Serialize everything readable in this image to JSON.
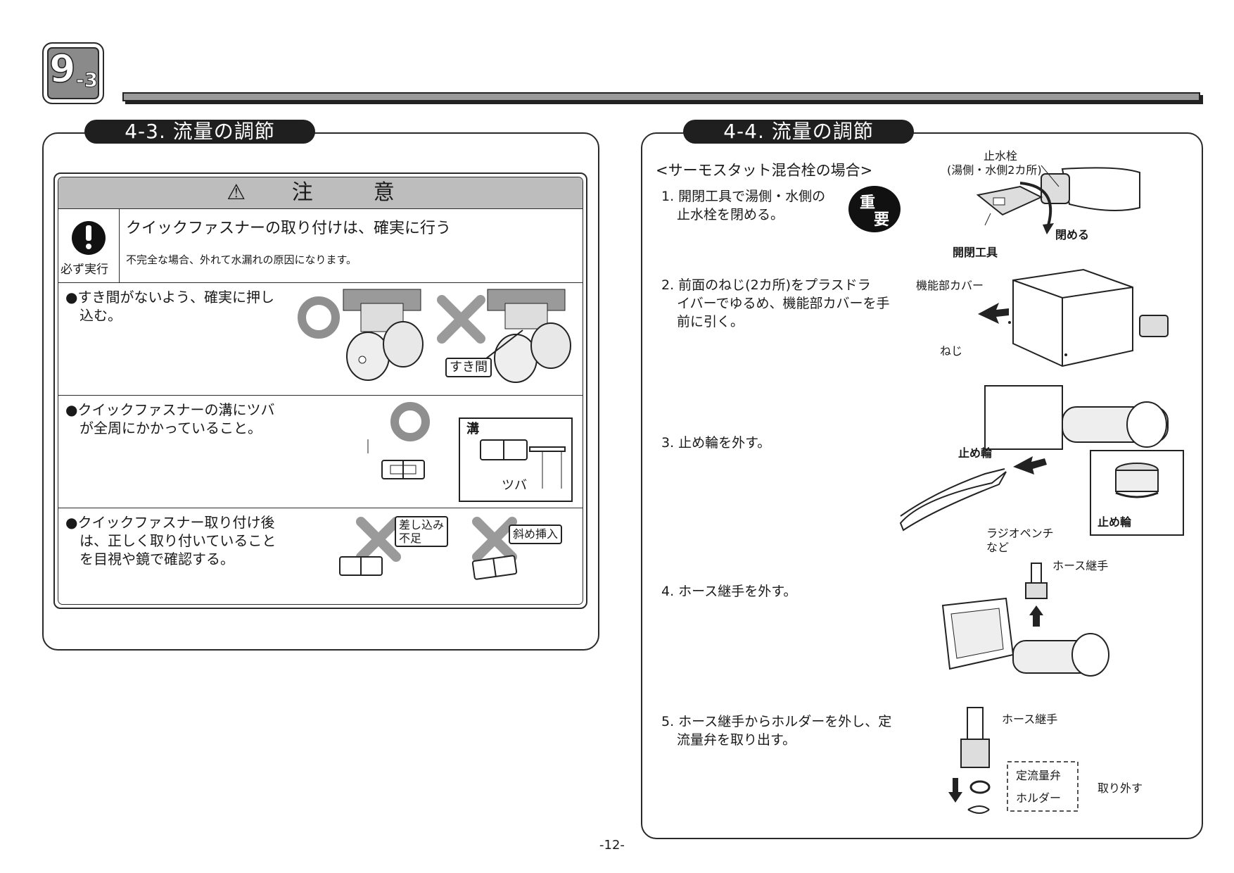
{
  "chapter": {
    "number": "9",
    "sub": "-3"
  },
  "left_panel": {
    "title": "4-3. 流量の調節",
    "caution": {
      "header": "⚠ 注　意",
      "must_label": "必ず実行",
      "main_text": "クイックファスナーの取り付けは、確実に行う",
      "sub_text": "不完全な場合、外れて水漏れの原因になります。",
      "items": [
        {
          "text_line1": "●すき間がないよう、確実に押し",
          "text_line2": "込む。",
          "label": "すき間"
        },
        {
          "text_line1": "●クイックファスナーの溝にツバ",
          "text_line2": "が全周にかかっていること。",
          "label_groove": "溝",
          "label_flange": "ツバ"
        },
        {
          "text_line1": "●クイックファスナー取り付け後",
          "text_line2": "は、正しく取り付いていること",
          "text_line3": "を目視や鏡で確認する。",
          "label_insert_1": "差し込み",
          "label_insert_2": "不足",
          "label_diagonal": "斜め挿入"
        }
      ]
    }
  },
  "right_panel": {
    "title": "4-4. 流量の調節",
    "subtitle": "<サーモスタット混合栓の場合>",
    "important_badge_1": "重",
    "important_badge_2": "要",
    "steps": [
      {
        "line1": "1. 開閉工具で湯側・水側の",
        "line2": "止水栓を閉める。"
      },
      {
        "line1": "2. 前面のねじ(2カ所)をプラスドラ",
        "line2": "イバーでゆるめ、機能部カバーを手",
        "line3": "前に引く。"
      },
      {
        "line1": "3. 止め輪を外す。"
      },
      {
        "line1": "4. ホース継手を外す。"
      },
      {
        "line1": "5. ホース継手からホルダーを外し、定",
        "line2": "流量弁を取り出す。"
      }
    ],
    "labels": {
      "stop_valve": "止水栓",
      "stop_valve_sub": "(湯側・水側2カ所)",
      "close": "閉める",
      "tool": "開閉工具",
      "cover": "機能部カバー",
      "screw": "ねじ",
      "retaining_ring_1": "止め輪",
      "retaining_ring_2": "止め輪",
      "pliers_1": "ラジオペンチ",
      "pliers_2": "など",
      "hose_joint_1": "ホース継手",
      "hose_joint_2": "ホース継手",
      "flow_valve": "定流量弁",
      "holder": "ホルダー",
      "remove": "取り外す"
    }
  },
  "page_number": "-12-"
}
